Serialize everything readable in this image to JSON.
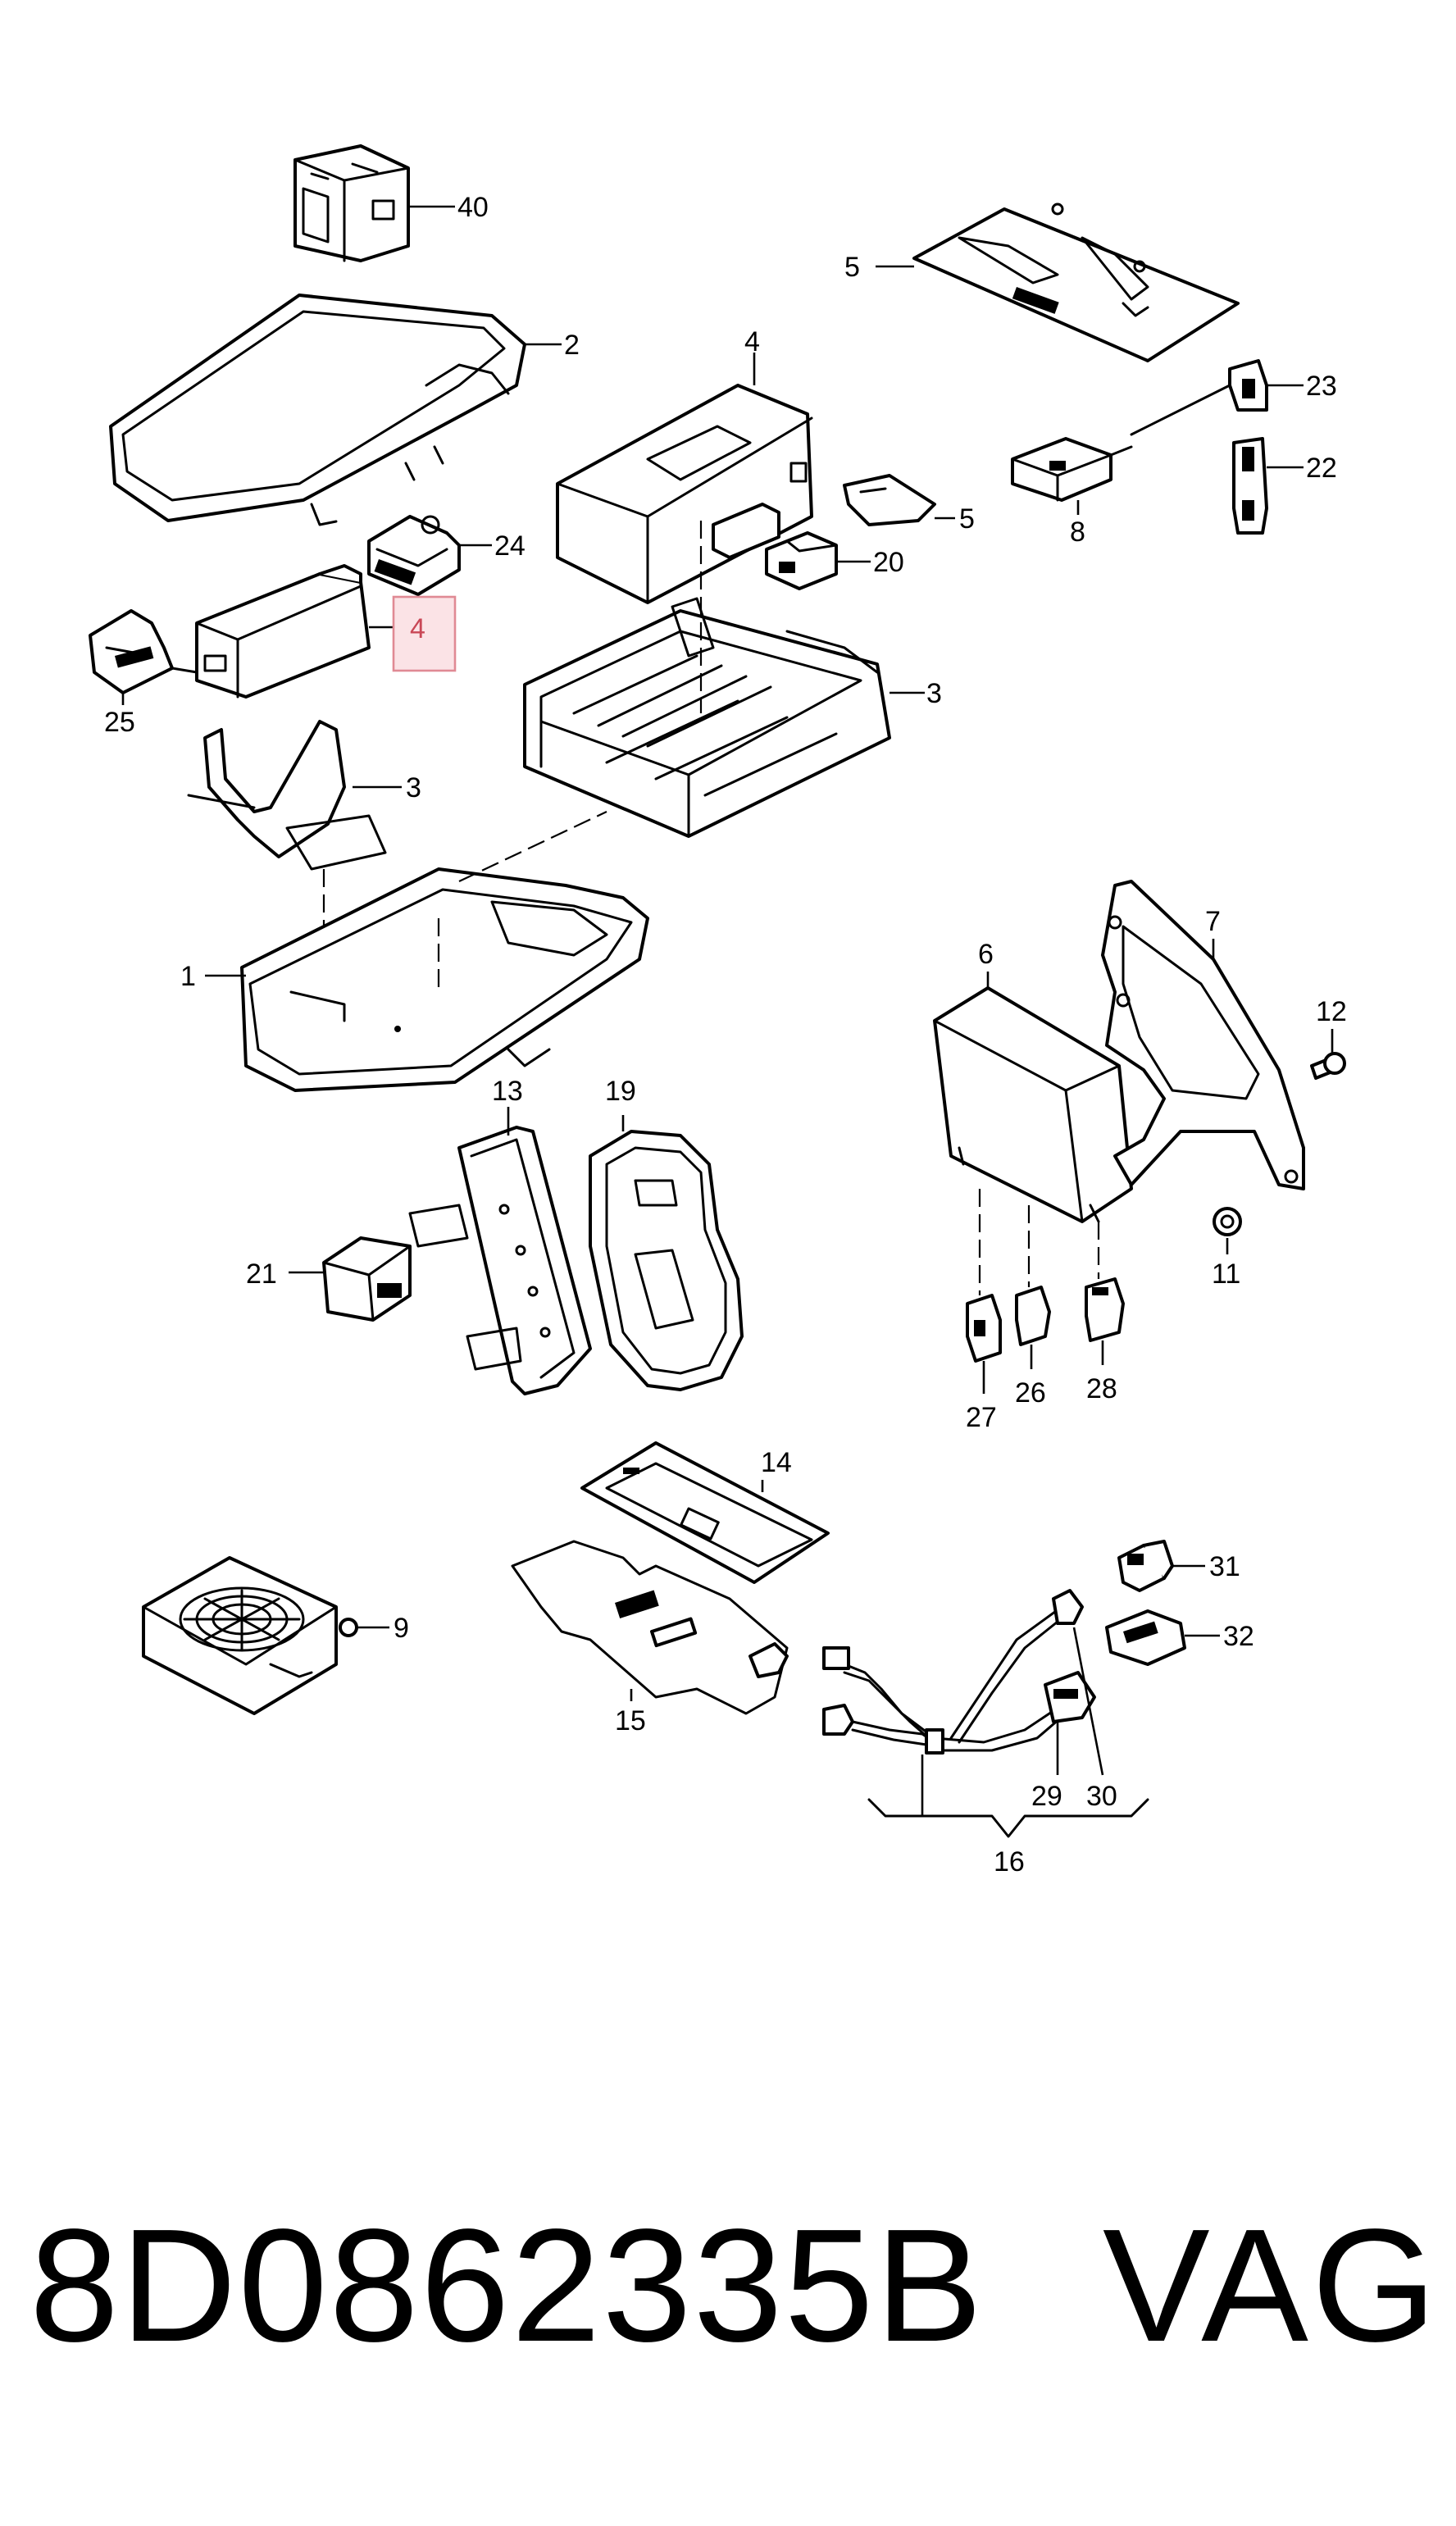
{
  "diagram": {
    "callouts": {
      "c40": "40",
      "c2": "2",
      "c4a": "4",
      "c5a": "5",
      "c23": "23",
      "c22": "22",
      "c24": "24",
      "c5b": "5",
      "c20": "20",
      "c8": "8",
      "c4b": "4",
      "c25": "25",
      "c3a": "3",
      "c3b": "3",
      "c1": "1",
      "c6": "6",
      "c7": "7",
      "c12": "12",
      "c13": "13",
      "c19": "19",
      "c21": "21",
      "c11": "11",
      "c27": "27",
      "c26": "26",
      "c28": "28",
      "c14": "14",
      "c31": "31",
      "c9": "9",
      "c32": "32",
      "c15": "15",
      "c29": "29",
      "c30": "30",
      "c16": "16"
    },
    "highlighted_callout": "c4b",
    "highlight_color": "#e08a94"
  },
  "footer": {
    "part_number": "8D0862335B",
    "brand": "VAG"
  }
}
